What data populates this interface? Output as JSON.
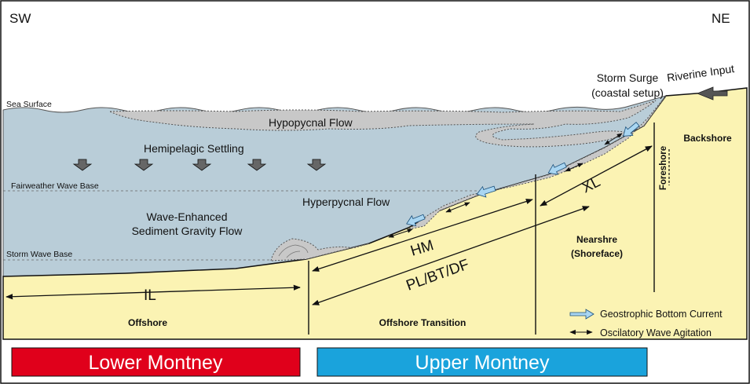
{
  "directions": {
    "left": "SW",
    "right": "NE"
  },
  "water_levels": {
    "sea_surface": "Sea Surface",
    "fairweather_wave_base": "Fairweather Wave Base",
    "storm_wave_base": "Storm Wave Base"
  },
  "processes": {
    "hypopycnal": "Hypopycnal Flow",
    "hemipelagic": "Hemipelagic Settling",
    "hyperpycnal": "Hyperpycnal Flow",
    "wave_enhanced_line1": "Wave-Enhanced",
    "wave_enhanced_line2": "Sediment Gravity Flow",
    "storm_surge_line1": "Storm Surge",
    "storm_surge_line2": "(coastal setup)",
    "riverine": "Riverine Input"
  },
  "facies_codes": {
    "xl": "XL",
    "hm": "HM",
    "pl": "PL/BT/DF",
    "il": "IL"
  },
  "zones": {
    "offshore": "Offshore",
    "offshore_transition": "Offshore Transition",
    "nearshore_line1": "Nearshre",
    "nearshore_line2": "(Shoreface)",
    "foreshore": "Foreshore",
    "backshore": "Backshore"
  },
  "legend": {
    "geostrophic": "Geostrophic Bottom Current",
    "oscillatory": "Oscilatory Wave Agitation"
  },
  "units": {
    "lower": {
      "label": "Lower Montney",
      "color": "#e0001b"
    },
    "upper": {
      "label": "Upper Montney",
      "color": "#1aa3dc"
    }
  },
  "colors": {
    "water": "#b9cdd8",
    "sediment": "#fbf3b3",
    "plume": "#c8c8c8",
    "current_arrow": "#a9d6f2"
  }
}
